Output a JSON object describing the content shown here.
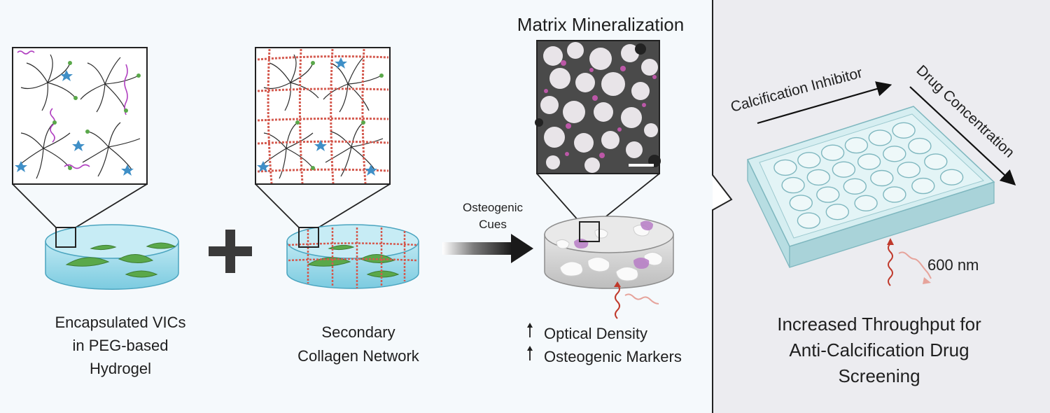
{
  "labels": {
    "matrix_mineralization": "Matrix Mineralization",
    "osteogenic_cues_line1": "Osteogenic",
    "osteogenic_cues_line2": "Cues",
    "encapsulated_line1": "Encapsulated VICs",
    "encapsulated_line2": "in PEG-based",
    "encapsulated_line3": "Hydrogel",
    "secondary_line1": "Secondary",
    "secondary_line2": "Collagen Network",
    "optical_density": "Optical Density",
    "osteogenic_markers": "Osteogenic Markers",
    "calcification_inhibitor": "Calcification Inhibitor",
    "drug_concentration": "Drug Concentration",
    "wavelength": "600 nm",
    "throughput_line1": "Increased Throughput for",
    "throughput_line2": "Anti-Calcification Drug",
    "throughput_line3": "Screening"
  },
  "colors": {
    "left_background": "#f5f9fc",
    "right_background": "#ececf0",
    "hydrogel": "#8fd3e4",
    "cell": "#5aa84a",
    "collagen": "#d45a4f",
    "peg_arm": "#2b2b2b",
    "linker": "#b03fc0",
    "star": "#3f8fc7",
    "mineral_disc": "#d6d6d6",
    "wave": "#c0392b",
    "plate": "#cfe9ec"
  }
}
